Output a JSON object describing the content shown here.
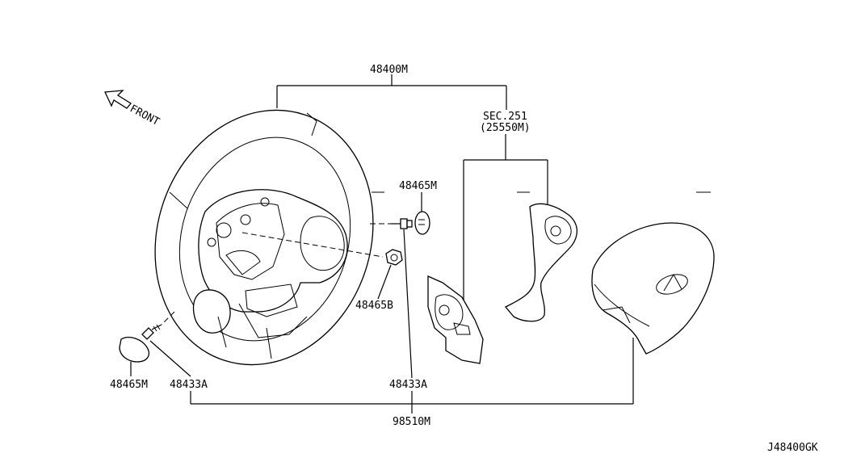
{
  "labels": {
    "front": "FRONT",
    "steering_wheel": "48400M",
    "sec_ref": "SEC.251",
    "sec_part": "(25550M)",
    "emblem_top": "48465M",
    "nut": "48465B",
    "emblem_bottom": "48465M",
    "screw_left": "48433A",
    "screw_right": "48433A",
    "airbag": "98510M",
    "diagram_id": "J48400GK"
  },
  "icons": {
    "front_arrow": "front-arrow-icon",
    "emblem": "infiniti-logo-icon"
  }
}
